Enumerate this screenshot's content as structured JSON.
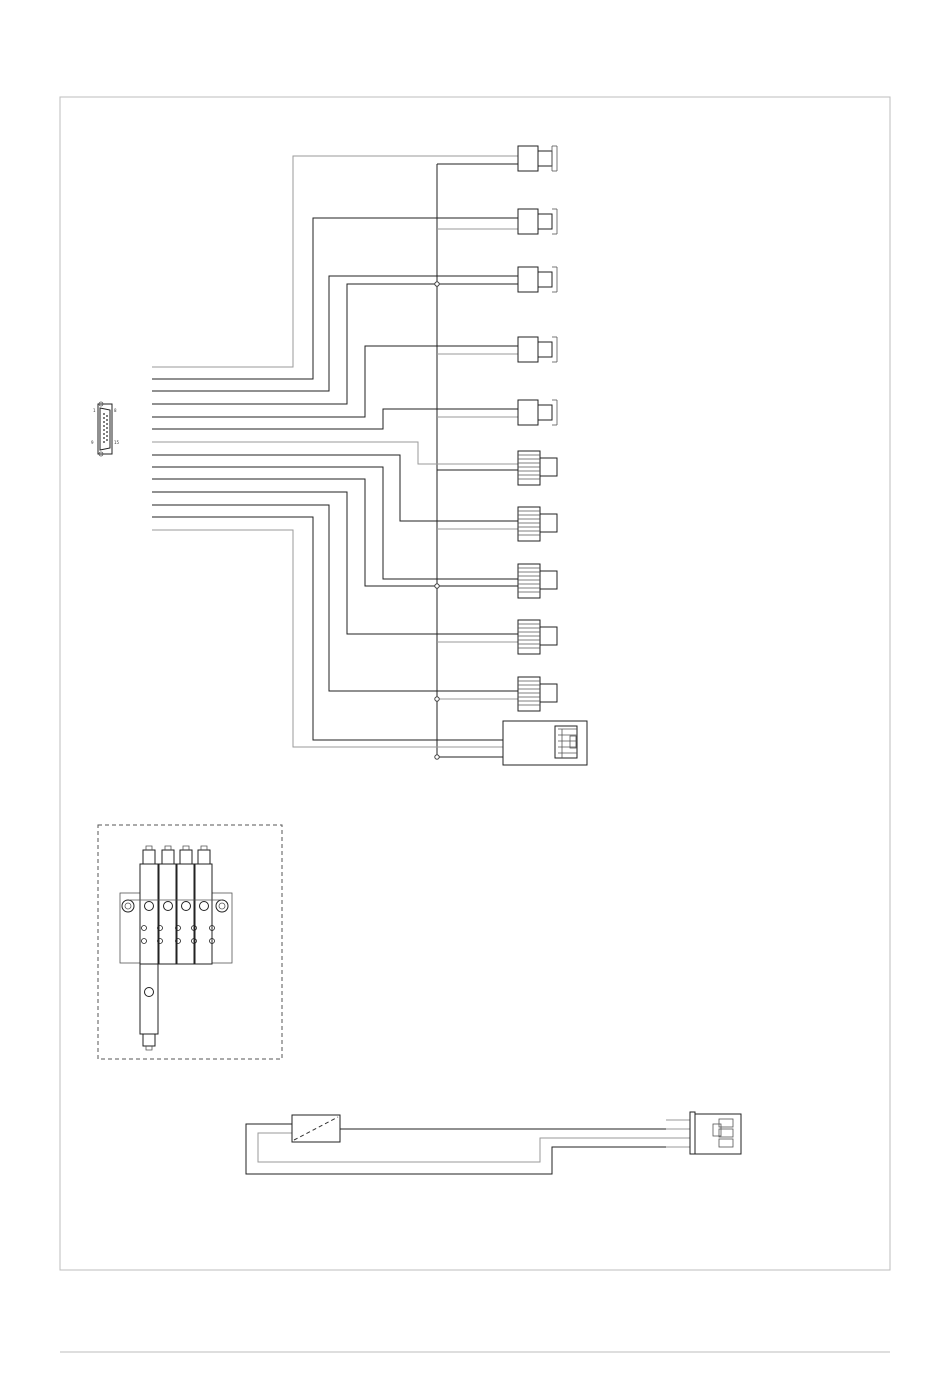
{
  "connector": {
    "pin_labels": [
      "1",
      "8",
      "9",
      "15"
    ]
  }
}
